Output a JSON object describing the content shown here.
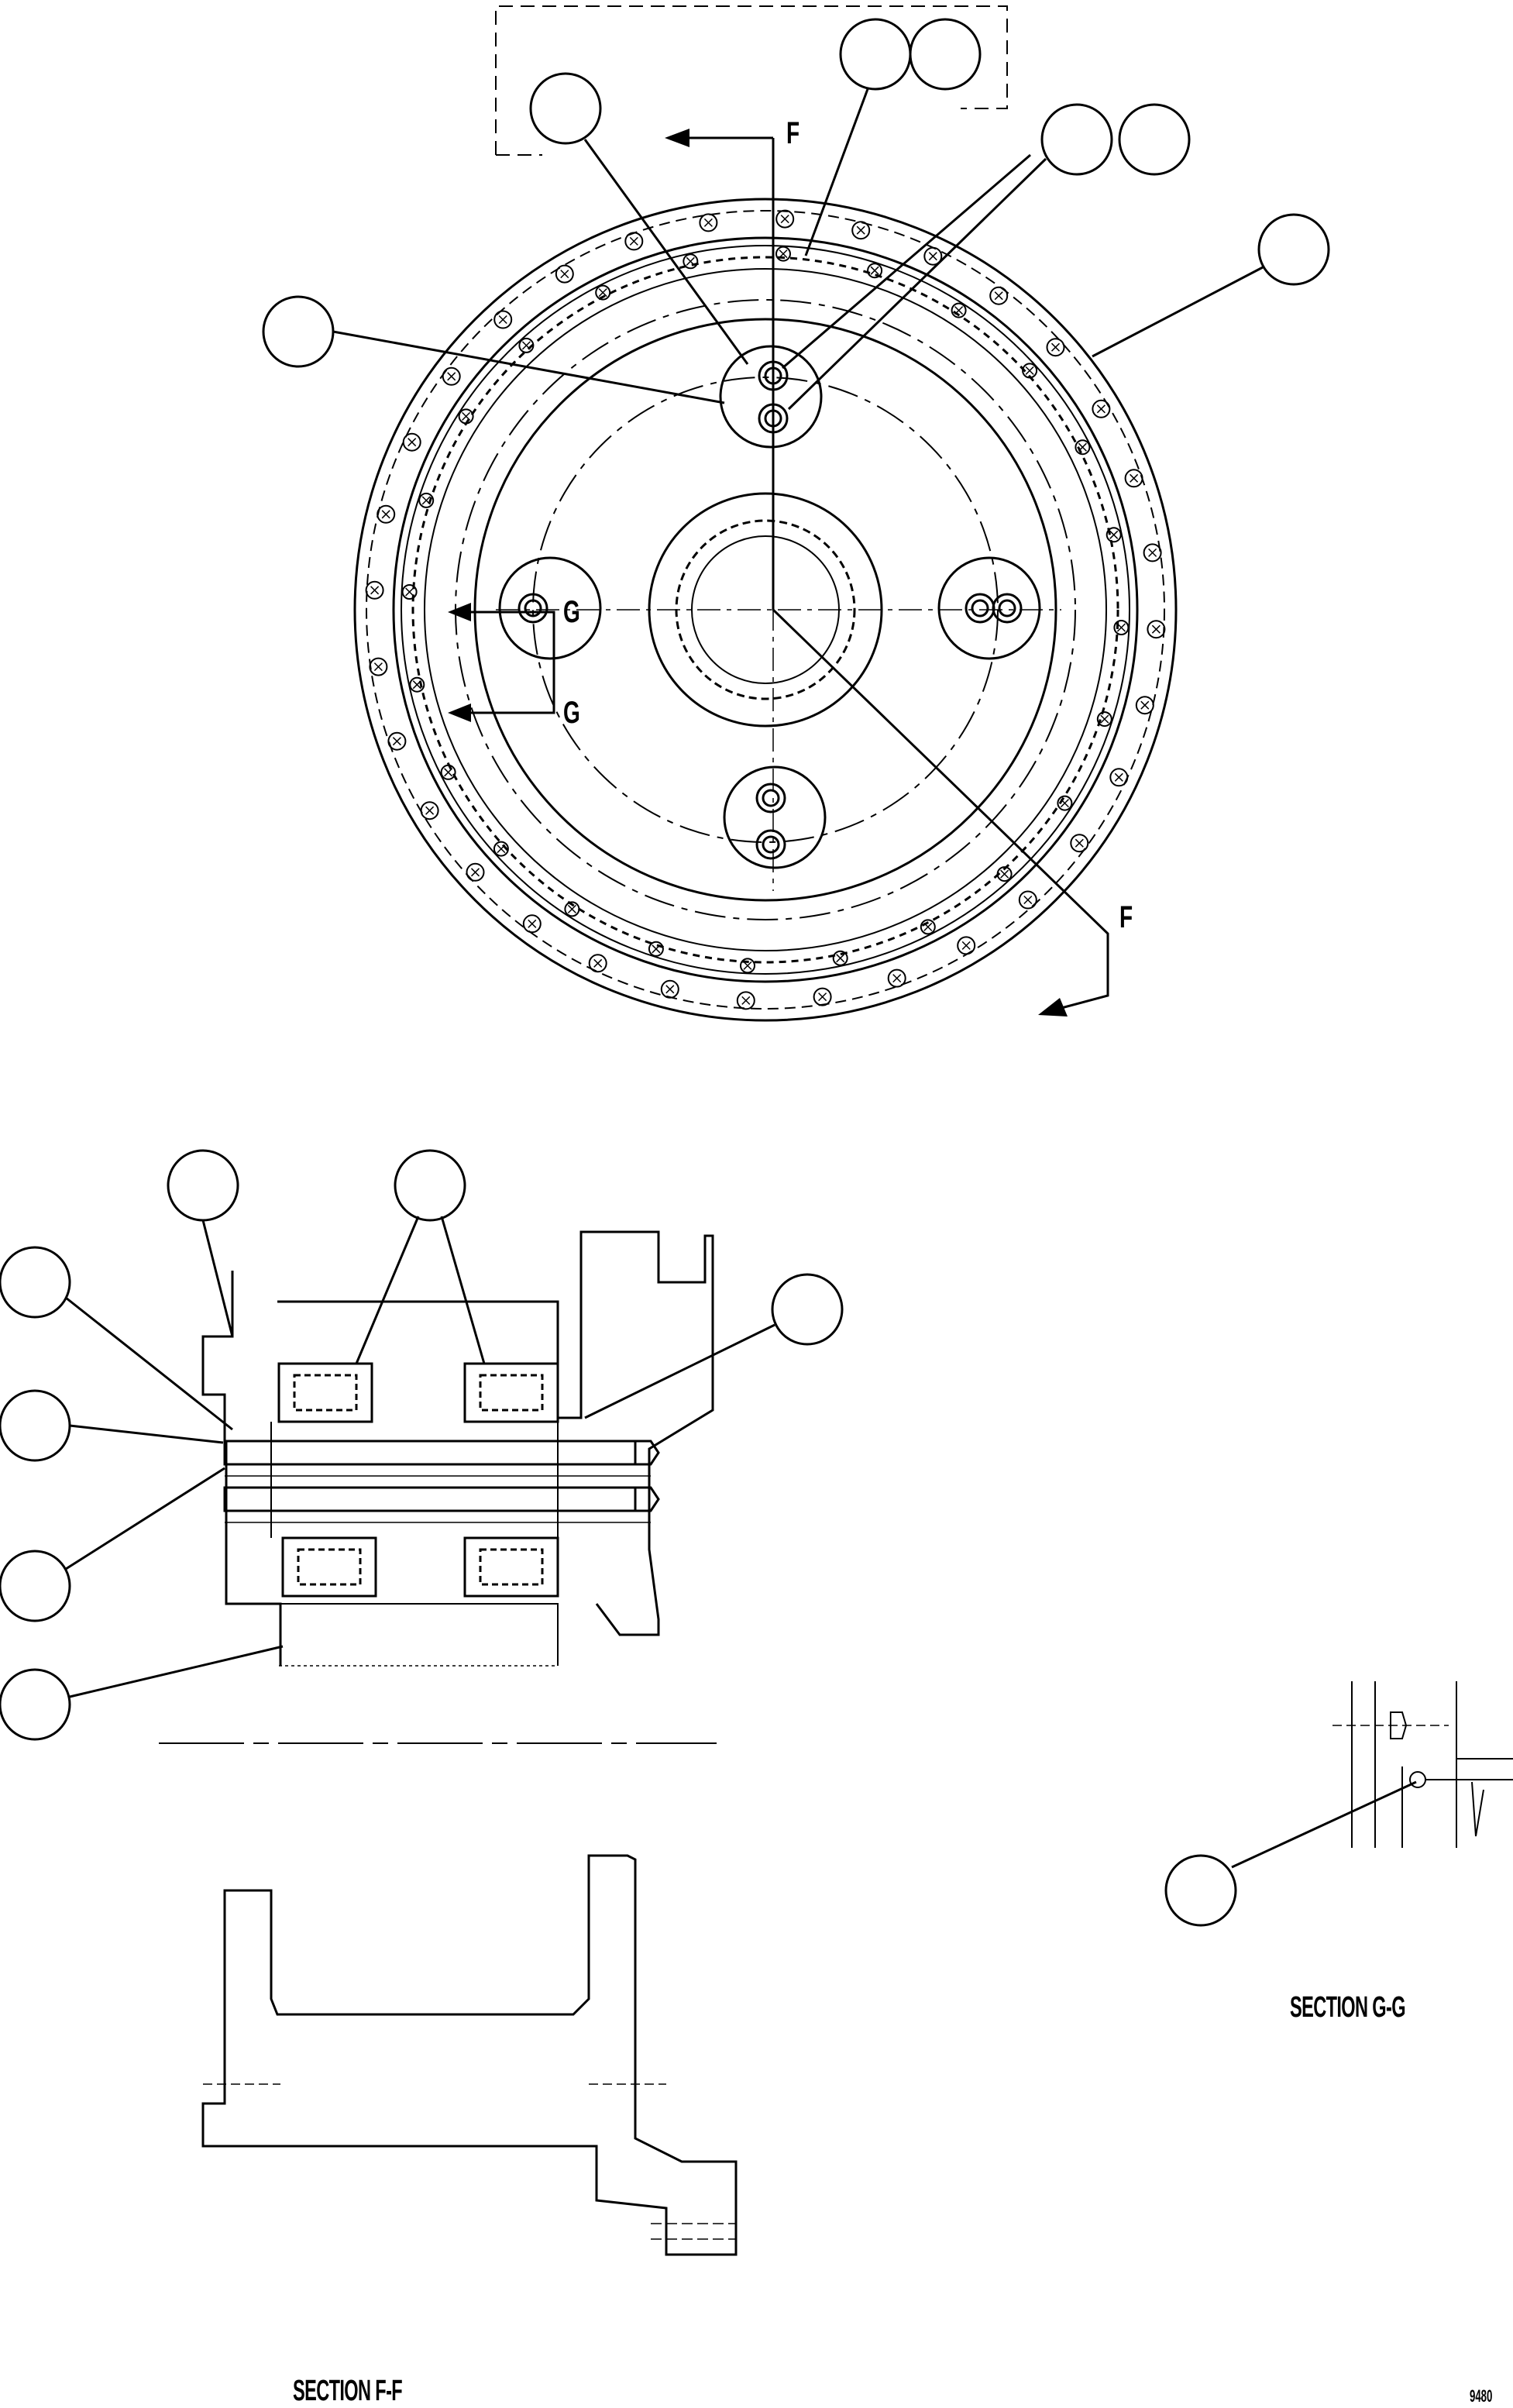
{
  "sections": {
    "ff_caption": "SECTION F-F",
    "gg_caption": "SECTION G-G"
  },
  "cut_marks": {
    "f_top": "F",
    "f_bottom": "F",
    "g_top": "G",
    "g_bottom": "G"
  },
  "drawing_code": "9480",
  "callout_count": 15
}
